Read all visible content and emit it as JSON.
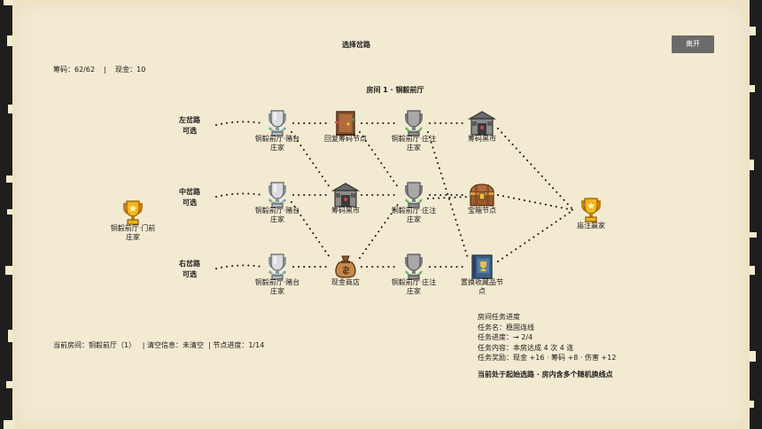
{
  "page_title": "选择岔路",
  "leave_label": "离开",
  "resources": {
    "chips_label": "筹码：",
    "chips_value": "62/62",
    "separator": "|",
    "cash_label": "现金：",
    "cash_value": "10"
  },
  "room_title": "房间 1 · 铜毅前厅",
  "lanes": [
    {
      "line1": "左岔路",
      "line2": "可选"
    },
    {
      "line1": "中岔路",
      "line2": "可选"
    },
    {
      "line1": "右岔路",
      "line2": "可选"
    }
  ],
  "start_node": {
    "line1": "铜毅前厅·门前",
    "line2": "庄家",
    "icon": "gold-trophy-icon"
  },
  "columns": [
    [
      {
        "line1": "铜毅前厅·赌台",
        "line2": "庄家",
        "icon": "silver-trophy-icon"
      },
      {
        "line1": "铜毅前厅·赌台",
        "line2": "庄家",
        "icon": "silver-trophy-icon"
      },
      {
        "line1": "铜毅前厅·赌台",
        "line2": "庄家",
        "icon": "silver-trophy-icon"
      }
    ],
    [
      {
        "line1": "回复筹码节点",
        "line2": "",
        "icon": "recovery-door-icon"
      },
      {
        "line1": "筹码黑市",
        "line2": "",
        "icon": "black-market-icon"
      },
      {
        "line1": "现金商店",
        "line2": "",
        "icon": "cash-bag-icon"
      }
    ],
    [
      {
        "line1": "铜毅前厅·庄注",
        "line2": "庄家",
        "icon": "gray-trophy-icon"
      },
      {
        "line1": "铜毅前厅·庄注",
        "line2": "庄家",
        "icon": "gray-trophy-icon"
      },
      {
        "line1": "铜毅前厅·庄注",
        "line2": "庄家",
        "icon": "gray-trophy-icon"
      }
    ],
    [
      {
        "line1": "筹码黑市",
        "line2": "",
        "icon": "black-market-icon"
      },
      {
        "line1": "宝箱节点",
        "line2": "",
        "icon": "treasure-chest-icon"
      },
      {
        "line1": "置换收藏品节",
        "line2": "点",
        "icon": "collection-book-icon"
      }
    ]
  ],
  "final_node": {
    "line1": "庙注赢家",
    "line2": "",
    "icon": "gold-trophy-icon"
  },
  "status": {
    "room_label": "当前房间：",
    "room_value": "铜毅前厅（1）",
    "clear_label": "| 清空信息：",
    "clear_value": "未清空",
    "progress_label": "| 节点进度：",
    "progress_value": "1/14"
  },
  "task": {
    "heading": "房间任务进度",
    "name": "任务名：稳固连线",
    "progress": "任务进度：→ 2/4",
    "content": "任务内容：本房达成 4 次 4 连",
    "reward": "任务奖励：现金 +16 · 筹码 +8 · 伤害 +12",
    "note": "当前处于起始选路 · 房内含多个随机换线点"
  },
  "colors": {
    "parchment": "#f3ead2",
    "border": "#1e1e1e",
    "button": "#6a6a6a",
    "gold": "#e8a417",
    "silver": "#b9bec4"
  }
}
